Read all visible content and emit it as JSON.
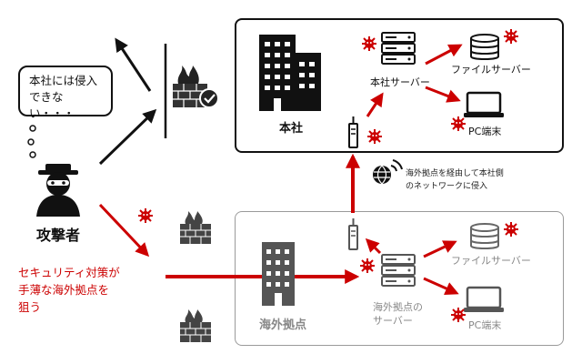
{
  "speech_bubble": {
    "line1": "本社には侵入",
    "line2": "できない・・・"
  },
  "attacker": {
    "label": "攻撃者"
  },
  "attack_note": {
    "line1": "セキュリティ対策が",
    "line2": "手薄な海外拠点を",
    "line3": "狙う"
  },
  "headquarters": {
    "label": "本社",
    "server_label": "本社サーバー",
    "file_server_label": "ファイルサーバー",
    "pc_label": "PC端末"
  },
  "overseas": {
    "label": "海外拠点",
    "server_label_line1": "海外拠点の",
    "server_label_line2": "サーバー",
    "file_server_label": "ファイルサーバー",
    "pc_label": "PC端末"
  },
  "network_note": {
    "line1": "海外拠点を経由して本社側",
    "line2": "のネットワークに侵入"
  },
  "colors": {
    "attack_red": "#cc0000",
    "dark": "#111111",
    "muted": "#888888"
  }
}
